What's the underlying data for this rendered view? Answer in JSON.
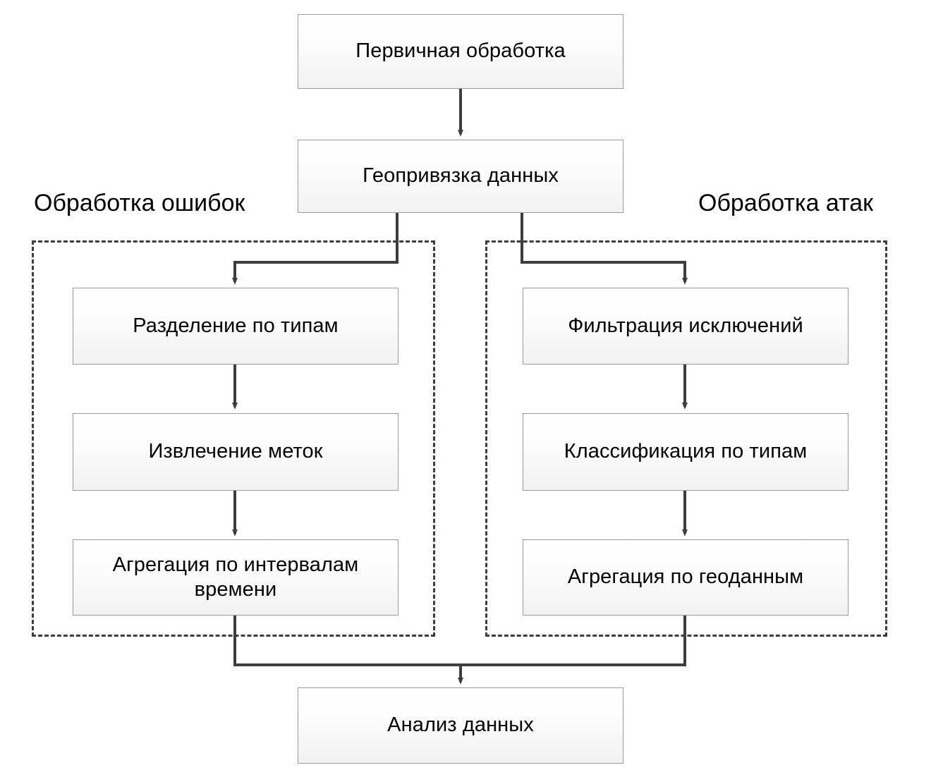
{
  "diagram": {
    "title_text": "",
    "colors": {
      "node_border": "#9a9a9a",
      "node_fill_top": "#ffffff",
      "node_fill_bottom": "#f2f2f2",
      "connector": "#3d3d3d",
      "group_border": "#3d3d3d",
      "text": "#000000"
    },
    "nodes": {
      "primary_processing": "Первичная обработка",
      "geo_referencing": "Геопривязка данных",
      "split_by_types": "Разделение по типам",
      "extract_labels": "Извлечение меток",
      "aggregate_time": "Агрегация по интервалам времени",
      "filter_exceptions": "Фильтрация исключений",
      "classify_by_types": "Классификация по типам",
      "aggregate_geo": "Агрегация по геоданным",
      "data_analysis": "Анализ данных"
    },
    "groups": {
      "errors_label": "Обработка ошибок",
      "attacks_label": "Обработка атак"
    }
  }
}
